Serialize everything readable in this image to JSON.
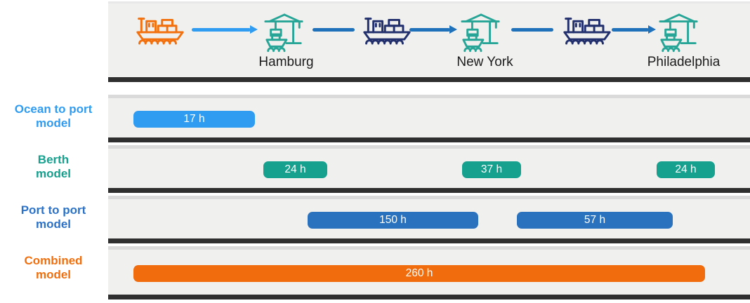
{
  "banner": {
    "ports": [
      {
        "label": "Hamburg"
      },
      {
        "label": "New York"
      },
      {
        "label": "Philadelphia"
      }
    ],
    "icons": [
      "cargo-ship-icon",
      "port-crane-icon",
      "route-arrow-icon"
    ]
  },
  "rows": [
    {
      "label": "Ocean to port\nmodel",
      "color": "#2f9cf2",
      "bars": [
        {
          "value": "17 h"
        }
      ]
    },
    {
      "label": "Berth\nmodel",
      "color": "#16a08e",
      "bars": [
        {
          "value": "24 h"
        },
        {
          "value": "37 h"
        },
        {
          "value": "24 h"
        }
      ]
    },
    {
      "label": "Port to port\nmodel",
      "color": "#2b72c8",
      "bars": [
        {
          "value": "150 h"
        },
        {
          "value": "57 h"
        }
      ]
    },
    {
      "label": "Combined\nmodel",
      "color": "#f0700f",
      "bars": [
        {
          "value": "260 h"
        }
      ]
    }
  ],
  "colors": {
    "light_blue": "#2f9cf2",
    "teal_bar": "#16a08e",
    "blue_bar": "#2a72be",
    "orange_bar": "#f06c0c",
    "navy_ship": "#22306e",
    "orange_ship": "#f2700e",
    "crane_teal": "#27a596",
    "arrow_blue": "#1f72ba",
    "panel_bg": "#f0f0ef",
    "panel_shadow": "#2f2f2f",
    "bar_text": "#ffffff",
    "port_label_text": "#1c1c1c"
  },
  "chart_data": {
    "type": "bar",
    "variant": "horizontal-gantt-timeline",
    "timeline_stops": [
      "Hamburg",
      "New York",
      "Philadelphia"
    ],
    "legend_position": "left-row-labels",
    "grid": false,
    "series": [
      {
        "name": "Ocean to port model",
        "color": "#2f9cf2",
        "bars": [
          {
            "label": "17 h",
            "hours": 17,
            "span": "ocean approach → Hamburg"
          }
        ]
      },
      {
        "name": "Berth model",
        "color": "#16a08e",
        "bars": [
          {
            "label": "24 h",
            "hours": 24,
            "span": "Hamburg berth"
          },
          {
            "label": "37 h",
            "hours": 37,
            "span": "New York berth"
          },
          {
            "label": "24 h",
            "hours": 24,
            "span": "Philadelphia berth"
          }
        ]
      },
      {
        "name": "Port to port model",
        "color": "#2a72be",
        "bars": [
          {
            "label": "150 h",
            "hours": 150,
            "span": "Hamburg → New York"
          },
          {
            "label": "57 h",
            "hours": 57,
            "span": "New York → Philadelphia"
          }
        ]
      },
      {
        "name": "Combined model",
        "color": "#f06c0c",
        "bars": [
          {
            "label": "260 h",
            "hours": 260,
            "span": "full journey"
          }
        ]
      }
    ]
  }
}
